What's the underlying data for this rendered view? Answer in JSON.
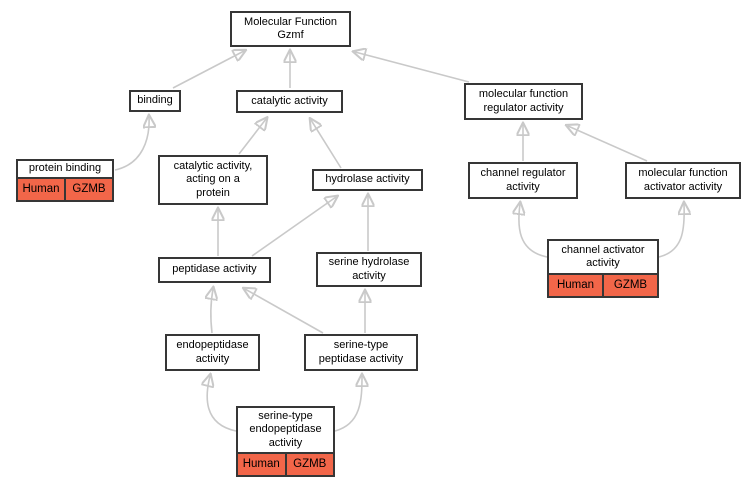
{
  "colors": {
    "background": "#ffffff",
    "node_background": "#ffffff",
    "node_border": "#363636",
    "edge": "#c9c9c9",
    "annotation_background": "#f26649",
    "text": "#000000"
  },
  "nodes": [
    {
      "id": "molecular_function",
      "label": "Molecular Function\nGzmf",
      "tags": []
    },
    {
      "id": "binding",
      "label": "binding",
      "tags": []
    },
    {
      "id": "catalytic_activity",
      "label": "catalytic activity",
      "tags": []
    },
    {
      "id": "molecular_function_regulator_activity",
      "label": "molecular function\nregulator activity",
      "tags": []
    },
    {
      "id": "protein_binding",
      "label": "protein binding",
      "tags": [
        "Human",
        "GZMB"
      ]
    },
    {
      "id": "catalytic_activity_acting_on_a_protein",
      "label": "catalytic activity,\nacting on a\nprotein",
      "tags": []
    },
    {
      "id": "hydrolase_activity",
      "label": "hydrolase activity",
      "tags": []
    },
    {
      "id": "channel_regulator_activity",
      "label": "channel regulator\nactivity",
      "tags": []
    },
    {
      "id": "molecular_function_activator_activity",
      "label": "molecular function\nactivator activity",
      "tags": []
    },
    {
      "id": "peptidase_activity",
      "label": "peptidase activity",
      "tags": []
    },
    {
      "id": "serine_hydrolase_activity",
      "label": "serine hydrolase\nactivity",
      "tags": []
    },
    {
      "id": "channel_activator_activity",
      "label": "channel activator\nactivity",
      "tags": [
        "Human",
        "GZMB"
      ]
    },
    {
      "id": "endopeptidase_activity",
      "label": "endopeptidase\nactivity",
      "tags": []
    },
    {
      "id": "serine_type_peptidase_activity",
      "label": "serine-type\npeptidase activity",
      "tags": []
    },
    {
      "id": "serine_type_endopeptidase_activity",
      "label": "serine-type\nendopeptidase\nactivity",
      "tags": [
        "Human",
        "GZMB"
      ]
    }
  ],
  "edges": [
    {
      "from": "binding",
      "to": "molecular_function"
    },
    {
      "from": "catalytic_activity",
      "to": "molecular_function"
    },
    {
      "from": "molecular_function_regulator_activity",
      "to": "molecular_function"
    },
    {
      "from": "protein_binding",
      "to": "binding"
    },
    {
      "from": "catalytic_activity_acting_on_a_protein",
      "to": "catalytic_activity"
    },
    {
      "from": "hydrolase_activity",
      "to": "catalytic_activity"
    },
    {
      "from": "peptidase_activity",
      "to": "catalytic_activity_acting_on_a_protein"
    },
    {
      "from": "peptidase_activity",
      "to": "hydrolase_activity"
    },
    {
      "from": "serine_hydrolase_activity",
      "to": "hydrolase_activity"
    },
    {
      "from": "endopeptidase_activity",
      "to": "peptidase_activity"
    },
    {
      "from": "serine_type_peptidase_activity",
      "to": "peptidase_activity"
    },
    {
      "from": "serine_type_peptidase_activity",
      "to": "serine_hydrolase_activity"
    },
    {
      "from": "serine_type_endopeptidase_activity",
      "to": "endopeptidase_activity"
    },
    {
      "from": "serine_type_endopeptidase_activity",
      "to": "serine_type_peptidase_activity"
    },
    {
      "from": "channel_regulator_activity",
      "to": "molecular_function_regulator_activity"
    },
    {
      "from": "molecular_function_activator_activity",
      "to": "molecular_function_regulator_activity"
    },
    {
      "from": "channel_activator_activity",
      "to": "channel_regulator_activity"
    },
    {
      "from": "channel_activator_activity",
      "to": "molecular_function_activator_activity"
    }
  ]
}
